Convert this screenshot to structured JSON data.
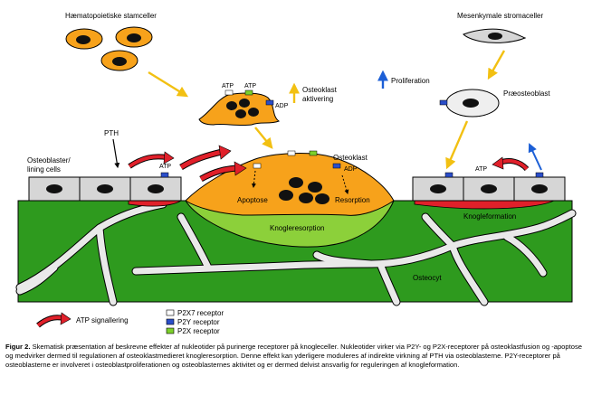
{
  "labels": {
    "hsc": "Hæmatopoietiske stamceller",
    "msc": "Mesenkymale stromaceller",
    "proliferation": "Proliferation",
    "preosteoblast": "Præosteoblast",
    "osteoclast_activation_1": "Osteoklast",
    "osteoclast_activation_2": "aktivering",
    "atp_left": "ATP",
    "atp_right": "ATP",
    "adp_top": "ADP",
    "pth": "PTH",
    "osteoblasts_1": "Osteoblaster/",
    "osteoblasts_2": "lining cells",
    "atp_osteoblast": "ATP",
    "osteoclast": "Osteoklast",
    "adp_osteoclast": "ADP",
    "apoptose": "Apoptose",
    "resorption": "Resorption",
    "knogleresorption": "Knogleresorption",
    "atp_right_cells": "ATP",
    "knogleformation": "Knogleformation",
    "osteocyt": "Osteocyt"
  },
  "legend": {
    "atp_signalling": "ATP signallering",
    "p2x7": "P2X7 receptor",
    "p2y": "P2Y receptor",
    "p2x": "P2X receptor"
  },
  "caption": {
    "figure_label": "Figur 2.",
    "text": "Skematisk præsentation af beskrevne effekter af nukleotider på purinerge receptorer på knogleceller. Nukleotider virker via P2Y- og P2X-receptorer på osteoklastfusion og -apoptose og medvirker dermed til regulationen af osteoklastmedieret knogleresorption. Denne effekt kan yderligere moduleres af indirekte virkning af PTH via osteoblasterne. P2Y-receptorer på osteoblasterne er involveret i osteoblastproliferationen og osteoblasternes aktivitet og er dermed delvist ansvarlig for reguleringen af knogleformation."
  },
  "colors": {
    "bone_green": "#2e9a1e",
    "resorption_green": "#8cd03a",
    "osteoclast_orange": "#f7a21b",
    "cell_orange": "#f7a21b",
    "nucleus_black": "#111111",
    "grey_cell": "#d6d6d6",
    "red": "#e0202a",
    "yellow_arrow": "#f2c012",
    "blue_arrow": "#1c5fd6",
    "p2x7_color": "#ffffff",
    "p2y_color": "#2a4ec9",
    "p2x_color": "#7cd02a"
  }
}
